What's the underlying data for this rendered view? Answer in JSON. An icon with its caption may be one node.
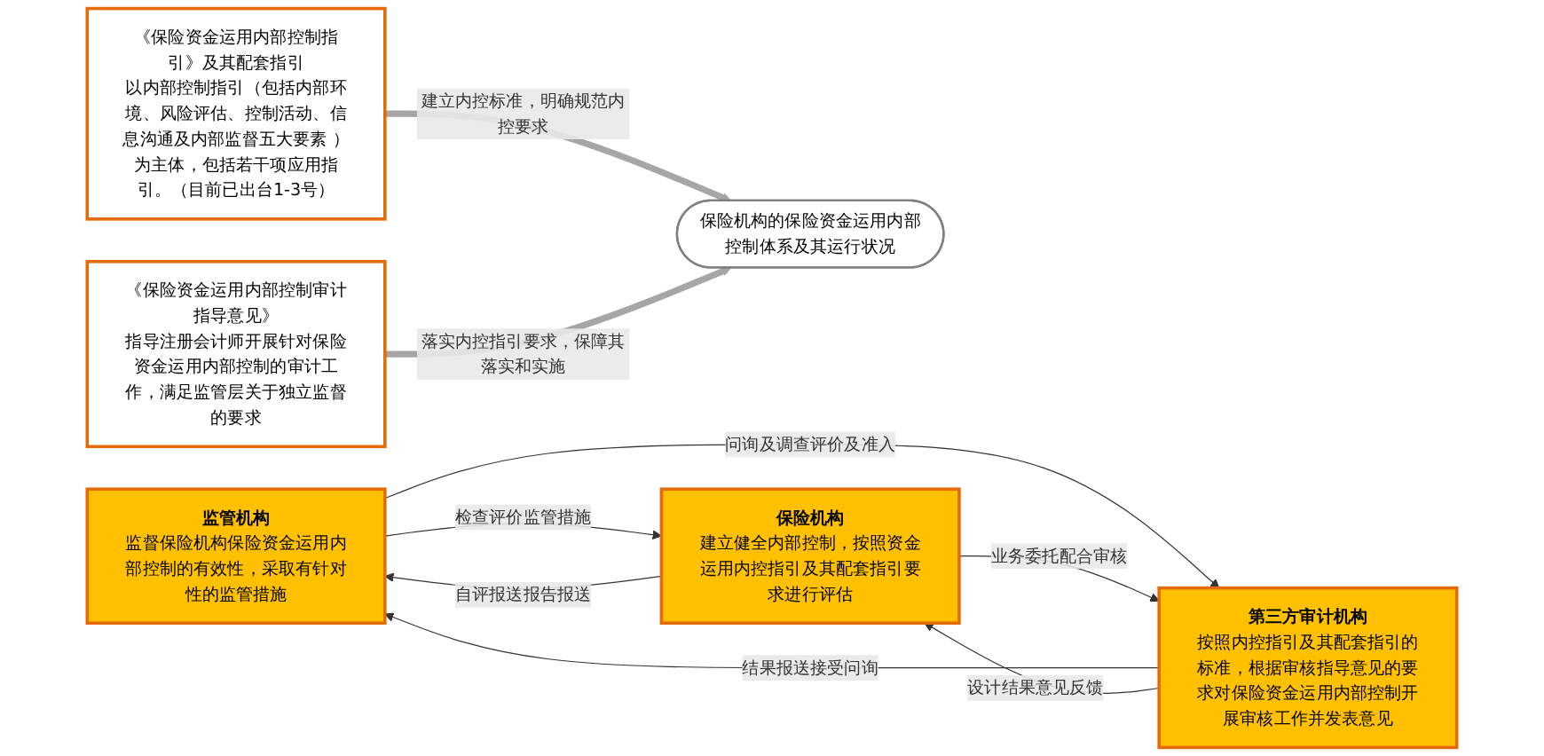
{
  "diagram": {
    "nodes": [
      {
        "text": [
          "《保险资金运用内部控制指引》及其配套指引",
          "以内部控制指引（包括内部环境、风险评估、控制活动、信息沟通及内部监督五大要素 ）为主体，包括若干项应用指引。（目前已出台1-3号）"
        ]
      },
      {
        "text": [
          "保险机构的保险资金运用内部控制体系及其运行状况"
        ]
      },
      {
        "text": [
          "《保险资金运用内部控制审计指导意见》",
          "指导注册会计师开展针对保险资金运用内部控制的审计工作，满足监管层关于独立监督的要求"
        ]
      },
      {
        "text": [
          "监管机构",
          "监督保险机构保险资金运用内部控制的有效性，采取有针对性的监管措施"
        ]
      },
      {
        "text": [
          "保险机构",
          "建立健全内部控制，按照资金运用内控指引及其配套指引要求进行评估"
        ]
      },
      {
        "text": [
          "第三方审计机构",
          "按照内控指引及其配套指引的标准，根据审核指导意见的要求对保险资金运用内部控制开展审核工作并发表意见"
        ]
      }
    ],
    "edges": [
      {
        "from": 0,
        "to": 1,
        "arrow": "to",
        "label": "建立内控标准，明确规范内控要求",
        "style": "thick",
        "color": "#a6a6a6"
      },
      {
        "from": 2,
        "to": 1,
        "arrow": "to",
        "label": "落实内控指引要求，保障其落实和实施",
        "style": "thick",
        "color": "#a6a6a6"
      },
      {
        "from": 3,
        "to": 4,
        "arrow": "to",
        "label": "检查评价监管措施"
      },
      {
        "from": 4,
        "to": 3,
        "arrow": "to",
        "label": "自评报送报告报送"
      },
      {
        "from": 3,
        "to": 5,
        "arrow": "to",
        "label": "问询及调查评价及准入"
      },
      {
        "from": 5,
        "to": 3,
        "arrow": "to",
        "label": "结果报送接受问询"
      },
      {
        "from": 5,
        "to": 4,
        "arrow": "to",
        "label": "设计结果意见反馈"
      },
      {
        "from": 4,
        "to": 5,
        "arrow": "to",
        "label": "业务委托配合审核"
      }
    ]
  }
}
